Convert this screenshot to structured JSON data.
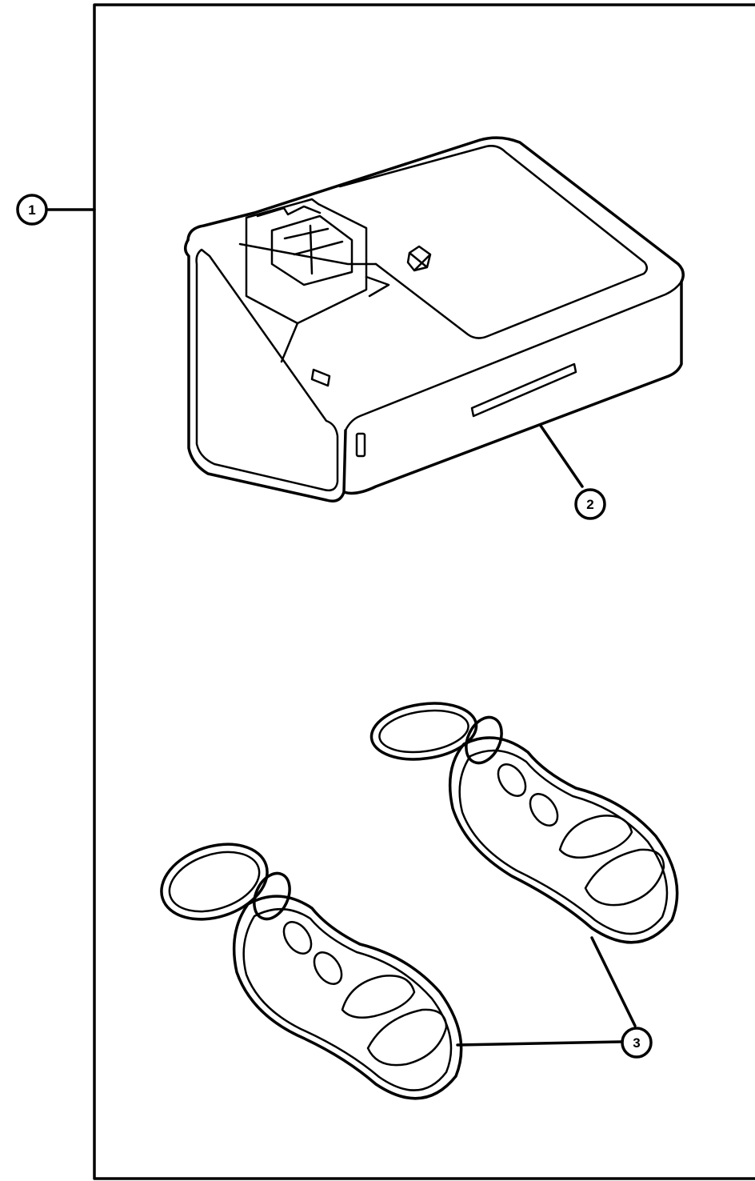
{
  "diagram": {
    "callouts": [
      {
        "id": "1",
        "label": "1"
      },
      {
        "id": "2",
        "label": "2"
      },
      {
        "id": "3",
        "label": "3"
      }
    ],
    "parts": [
      {
        "callout": "1",
        "icon": "kit-bracket-icon"
      },
      {
        "callout": "2",
        "icon": "receiver-module-icon"
      },
      {
        "callout": "3",
        "icon": "key-fob-transmitter-icon"
      }
    ],
    "colors": {
      "line": "#000000",
      "background": "#ffffff"
    }
  }
}
